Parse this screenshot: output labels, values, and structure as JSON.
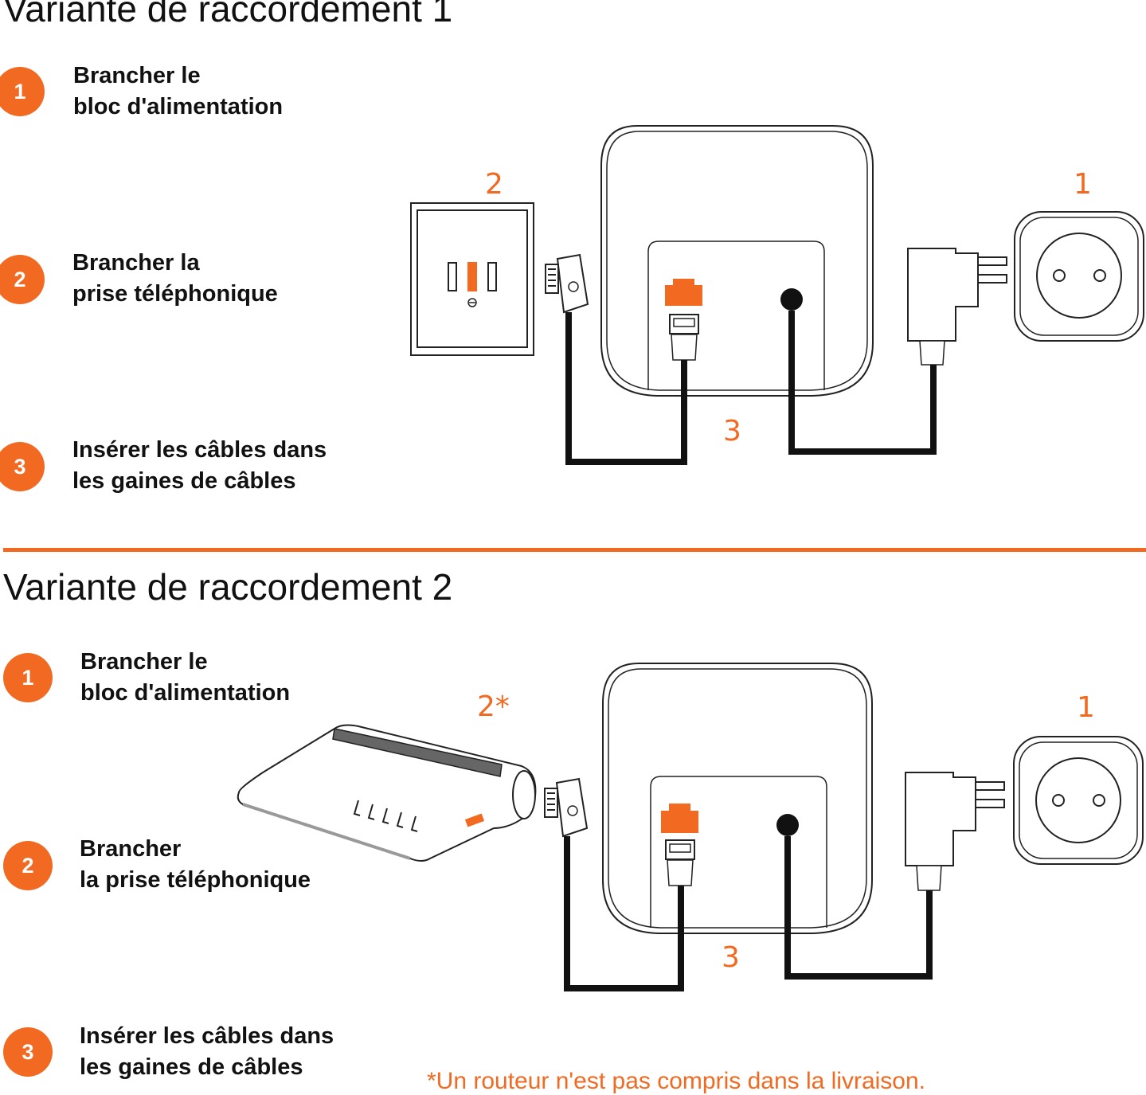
{
  "variant1": {
    "title": "Variante de raccordement 1",
    "steps": [
      {
        "number": "1",
        "line1": "Brancher le",
        "line2": "bloc d'alimentation"
      },
      {
        "number": "2",
        "line1": "Brancher la",
        "line2": "prise téléphonique"
      },
      {
        "number": "3",
        "line1": "Insérer les câbles dans",
        "line2": "les gaines de câbles"
      }
    ],
    "labels": {
      "wall_socket": "2",
      "power_outlet": "1",
      "cables": "3"
    }
  },
  "variant2": {
    "title": "Variante de raccordement 2",
    "steps": [
      {
        "number": "1",
        "line1": "Brancher le",
        "line2": "bloc d'alimentation"
      },
      {
        "number": "2",
        "line1": "Brancher",
        "line2": "la prise téléphonique"
      },
      {
        "number": "3",
        "line1": "Insérer les câbles dans",
        "line2": "les gaines de câbles"
      }
    ],
    "labels": {
      "router": "2*",
      "power_outlet": "1",
      "cables": "3"
    },
    "footnote": "*Un routeur n'est pas compris dans la livraison."
  },
  "colors": {
    "accent": "#f26a21",
    "line": "#111111"
  }
}
